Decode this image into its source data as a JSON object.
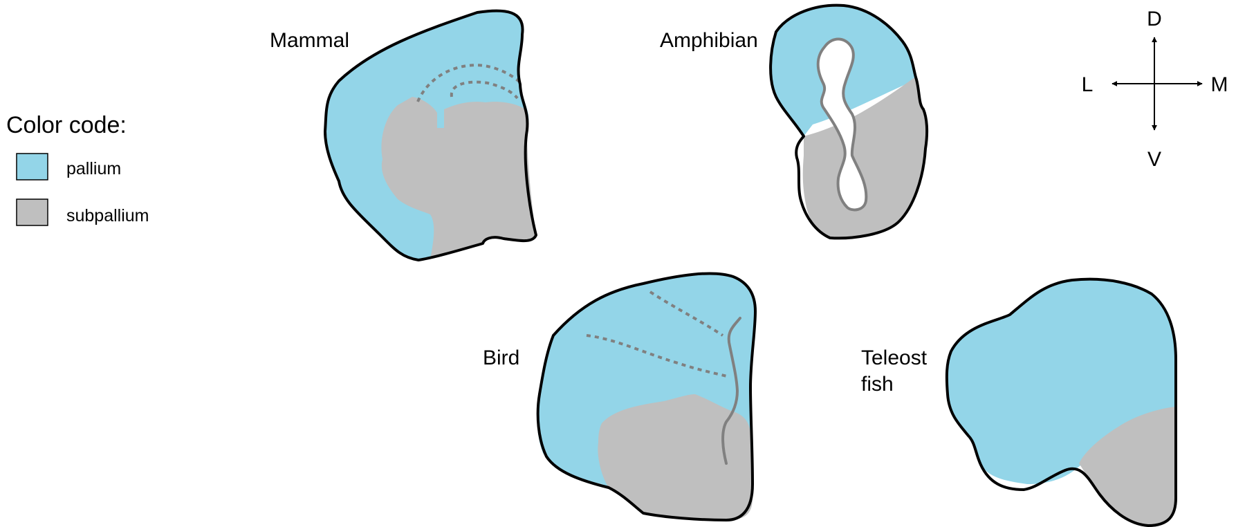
{
  "legend": {
    "title": "Color code:",
    "items": [
      {
        "label": "pallium",
        "color": "#93d5e8"
      },
      {
        "label": "subpallium",
        "color": "#bfbfbf"
      }
    ]
  },
  "species": {
    "mammal": "Mammal",
    "amphibian": "Amphibian",
    "bird": "Bird",
    "teleost_line1": "Teleost",
    "teleost_line2": "fish"
  },
  "compass": {
    "dorsal": "D",
    "ventral": "V",
    "lateral": "L",
    "medial": "M"
  },
  "colors": {
    "pallium": "#93d5e8",
    "subpallium": "#bfbfbf",
    "outline": "#000000",
    "boundary": "#808080"
  }
}
